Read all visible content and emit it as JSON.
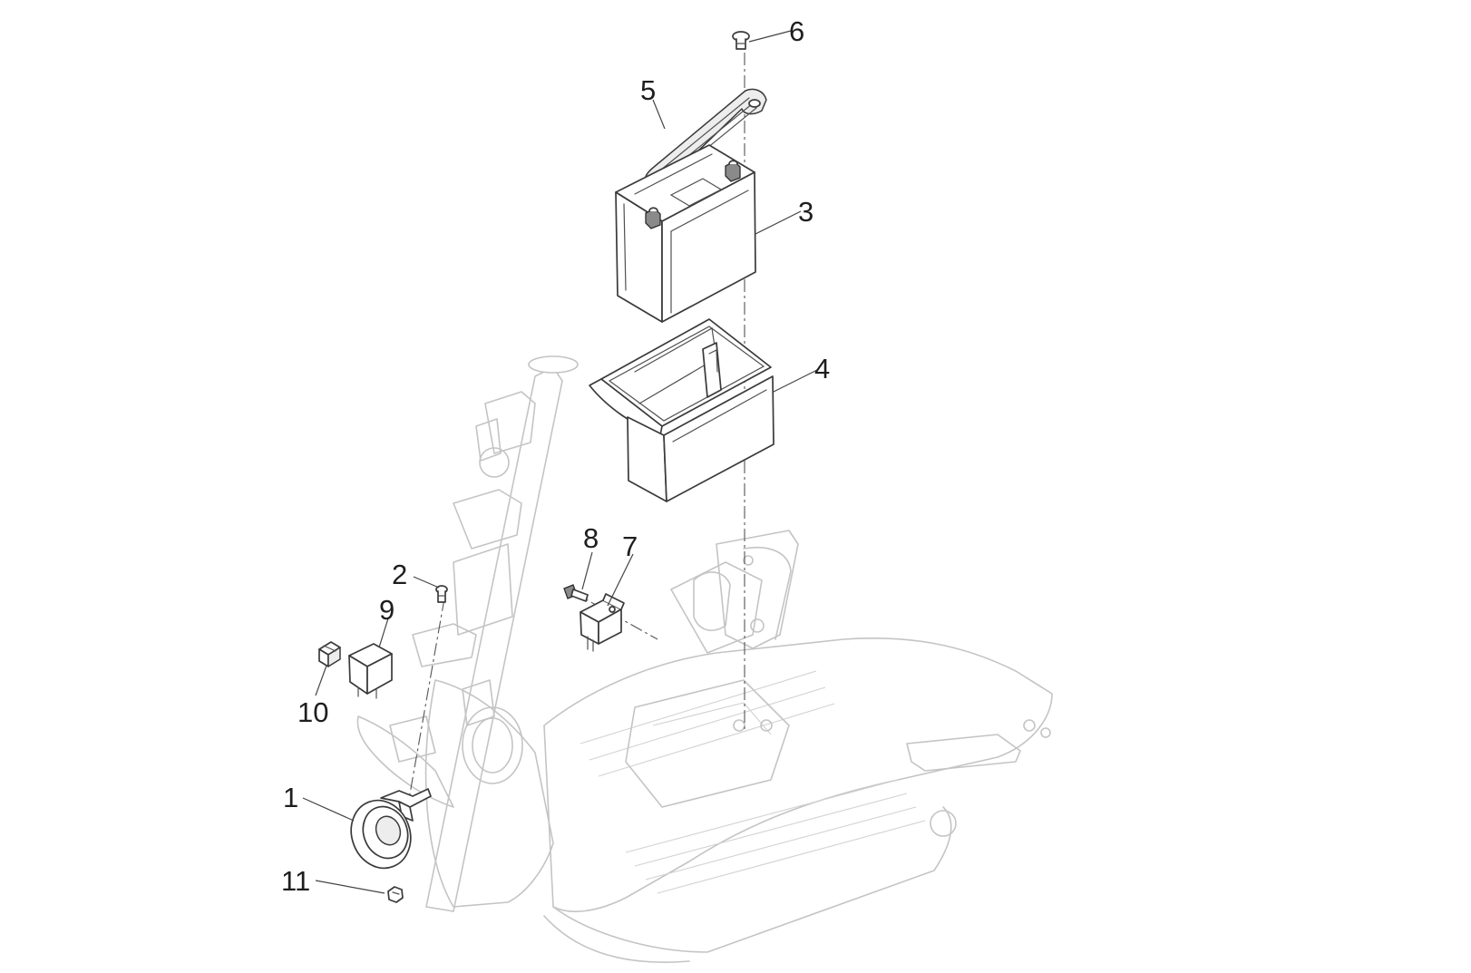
{
  "callouts": {
    "c1": "1",
    "c2": "2",
    "c3": "3",
    "c4": "4",
    "c5": "5",
    "c6": "6",
    "c7": "7",
    "c8": "8",
    "c9": "9",
    "c10": "10",
    "c11": "11"
  },
  "colors": {
    "line_dark": "#3a3a3a",
    "line_ghost": "#c4c4c4",
    "background": "#ffffff"
  }
}
